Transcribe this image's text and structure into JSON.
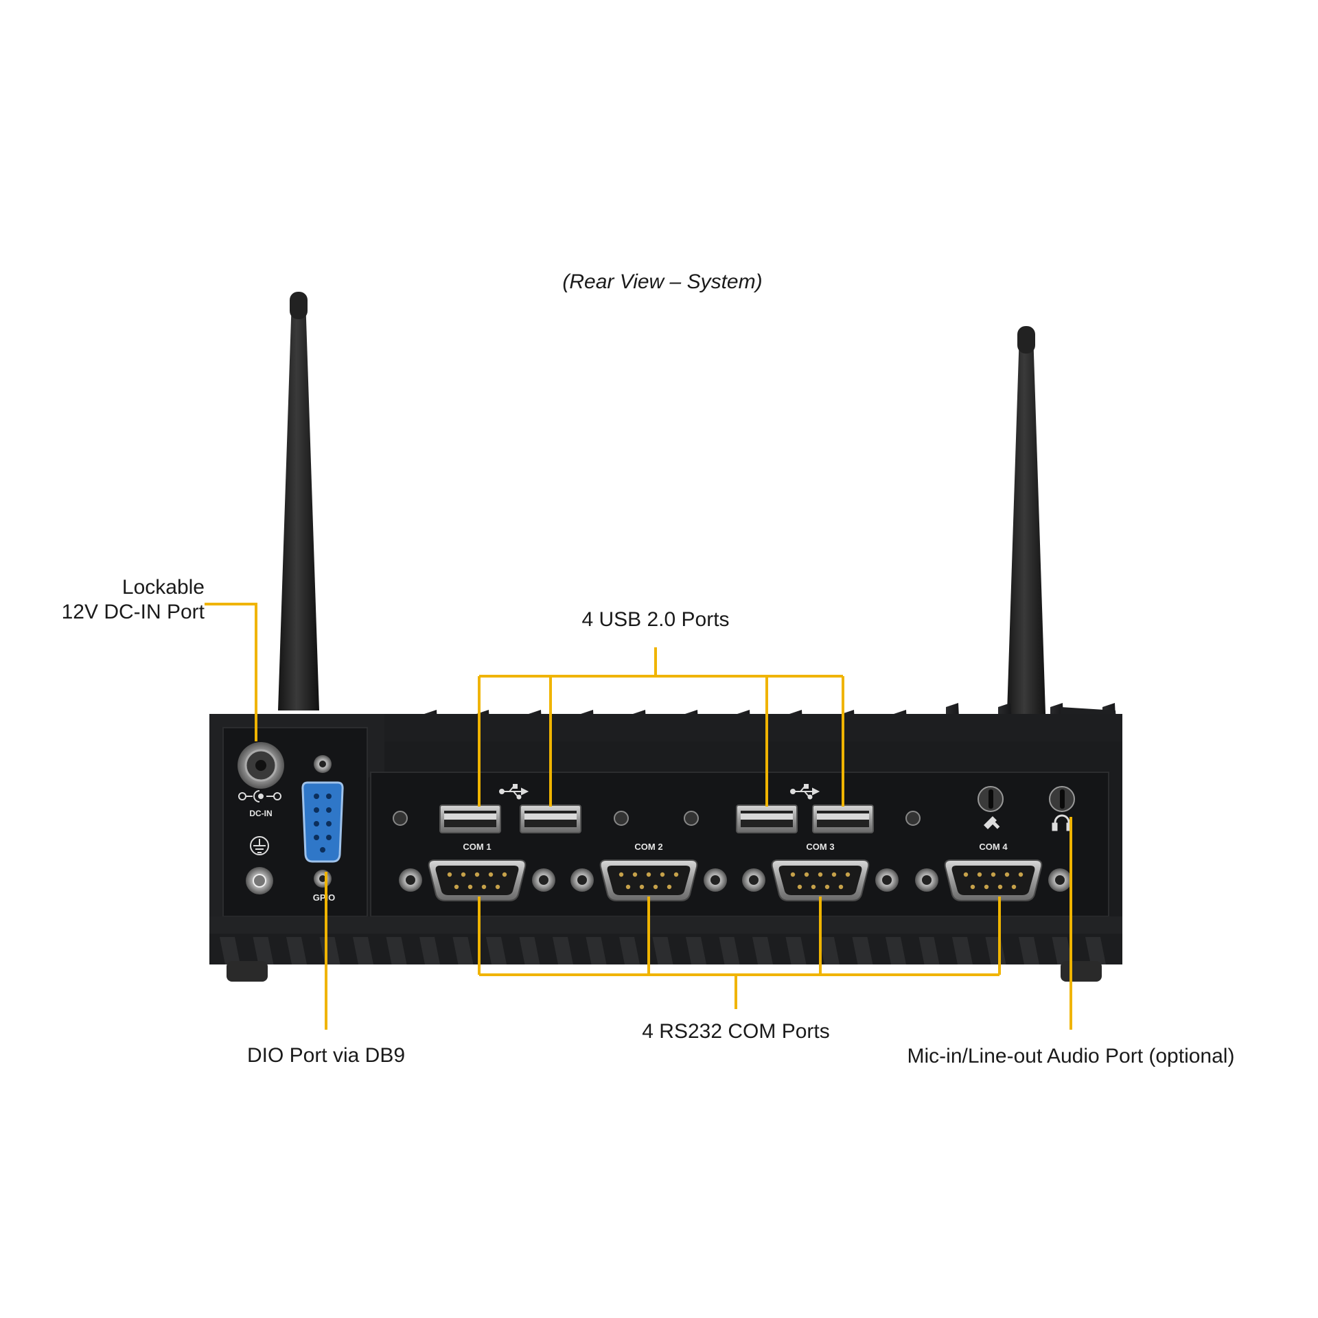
{
  "title": "(Rear View – System)",
  "callouts": {
    "dc_in": {
      "line1": "Lockable",
      "line2": "12V DC-IN Port"
    },
    "usb": "4 USB 2.0 Ports",
    "dio": "DIO Port via DB9",
    "com": "4 RS232 COM Ports",
    "audio": "Mic-in/Line-out Audio Port (optional)"
  },
  "device_labels": {
    "dc_in": "DC-IN",
    "gpio": "GPIO",
    "com": [
      "COM 1",
      "COM 2",
      "COM 3",
      "COM 4"
    ]
  },
  "colors": {
    "callout_line": "#f0b400",
    "chassis": "#1b1c1e",
    "panel": "#141517",
    "db9_blue": "#2f77c8",
    "text": "#1a1a1a"
  }
}
